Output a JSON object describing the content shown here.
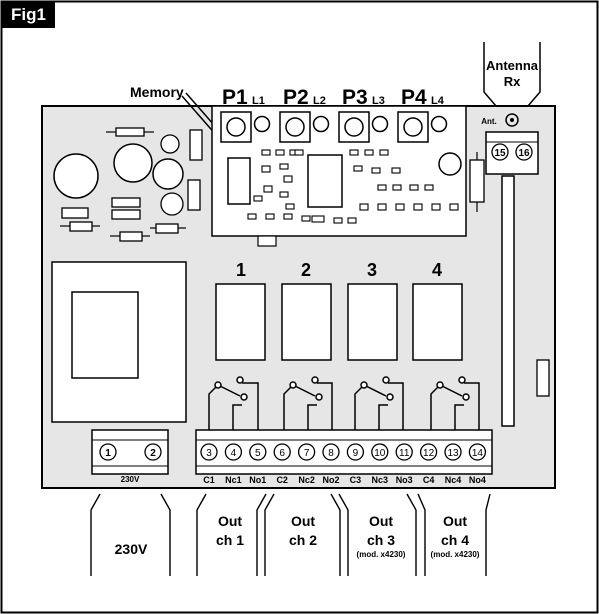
{
  "figure_label": "Fig1",
  "labels": {
    "memory": "Memory",
    "antenna": "Antenna",
    "rx": "Rx",
    "ant": "Ant.",
    "supply_strip": "230V",
    "supply_bottom": "230V"
  },
  "buttons": [
    {
      "name": "P1",
      "led": "L1"
    },
    {
      "name": "P2",
      "led": "L2"
    },
    {
      "name": "P3",
      "led": "L3"
    },
    {
      "name": "P4",
      "led": "L4"
    }
  ],
  "relays": [
    "1",
    "2",
    "3",
    "4"
  ],
  "antenna_terminals": [
    "15",
    "16"
  ],
  "power_terminals": [
    "1",
    "2"
  ],
  "output_terminals": [
    "3",
    "4",
    "5",
    "6",
    "7",
    "8",
    "9",
    "10",
    "11",
    "12",
    "13",
    "14"
  ],
  "output_labels": [
    "C1",
    "Nc1",
    "No1",
    "C2",
    "Nc2",
    "No2",
    "C3",
    "Nc3",
    "No3",
    "C4",
    "Nc4",
    "No4"
  ],
  "outputs": [
    {
      "line1": "Out",
      "line2": "ch  1",
      "note": ""
    },
    {
      "line1": "Out",
      "line2": "ch  2",
      "note": ""
    },
    {
      "line1": "Out",
      "line2": "ch  3",
      "note": "(mod. x4230)"
    },
    {
      "line1": "Out",
      "line2": "ch  4",
      "note": "(mod. x4230)"
    }
  ],
  "colors": {
    "line": "#000000",
    "board": "#e6e6e6",
    "background": "#ffffff"
  }
}
